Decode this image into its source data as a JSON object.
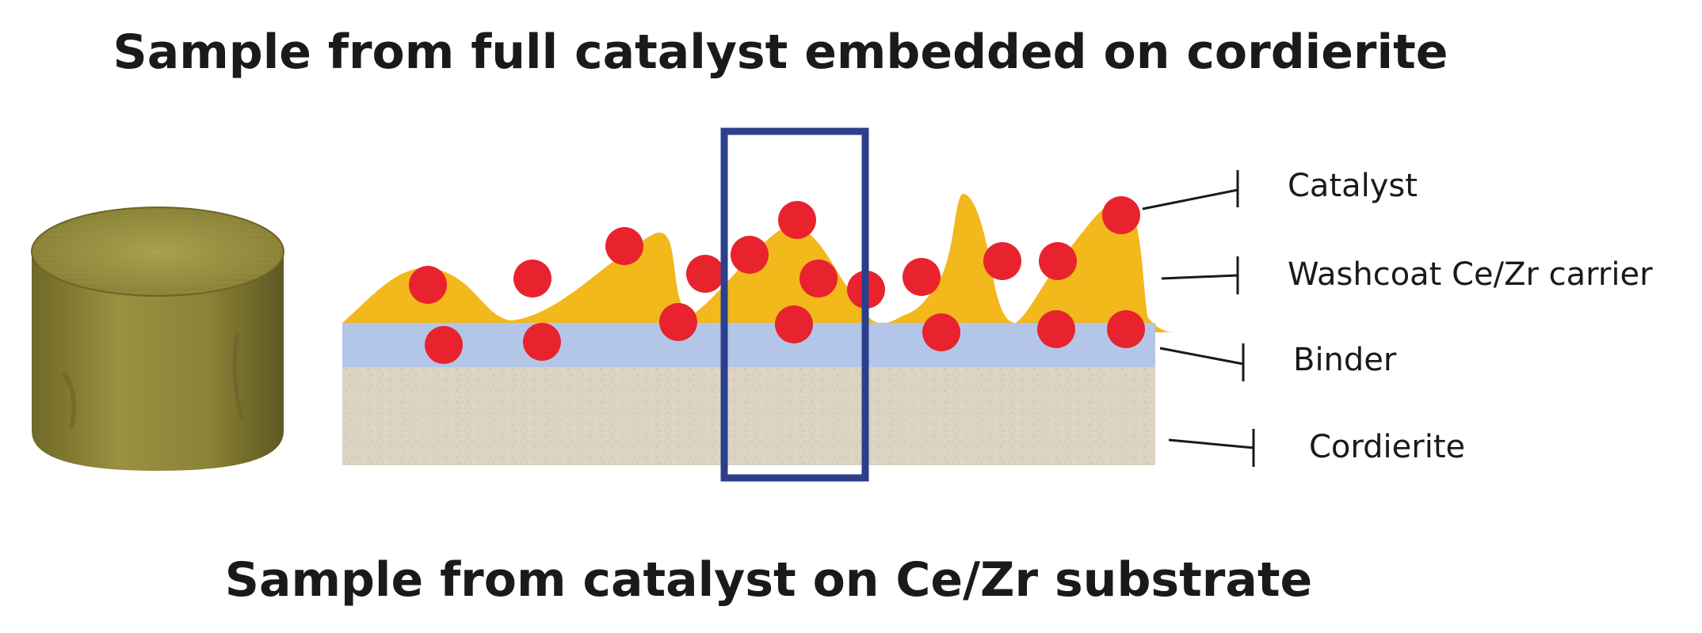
{
  "header": {
    "title": "Sample from full catalyst embedded on cordierite"
  },
  "footer": {
    "title": "Sample from catalyst on Ce/Zr substrate"
  },
  "layers": {
    "catalyst": "Catalyst",
    "washcoat": "Washcoat Ce/Zr carrier",
    "binder": "Binder",
    "cordierite": "Cordierite"
  },
  "colors": {
    "catalyst_particle": "#e8232e",
    "washcoat": "#f2b81c",
    "binder": "#b4c6e8",
    "cordierite": "#dfd8c7",
    "sample_box": "#2c3f8c",
    "monolith": "#8d8434"
  }
}
